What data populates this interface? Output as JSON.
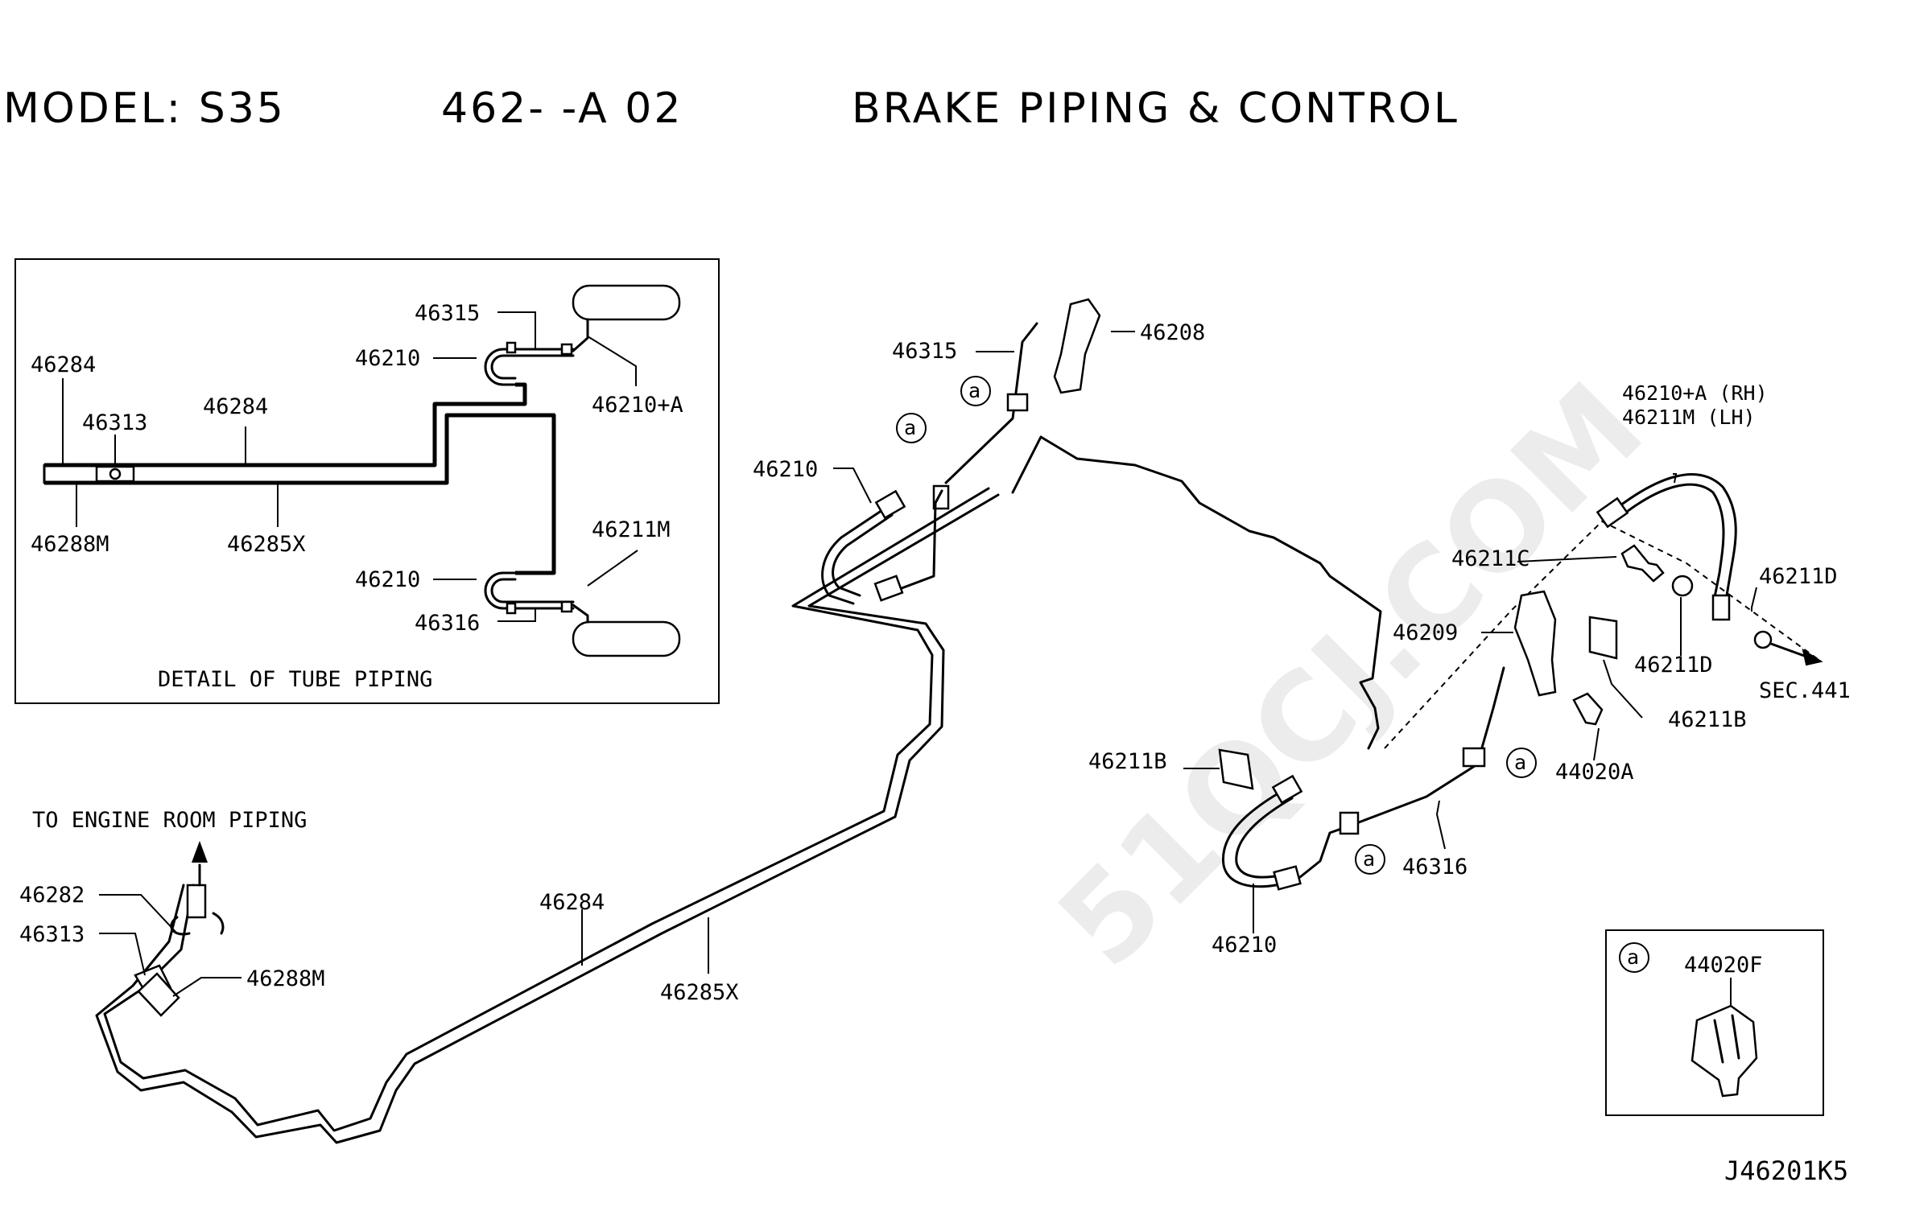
{
  "header": {
    "model": "MODEL: S35",
    "code": "462-   -A 02",
    "title": "BRAKE PIPING & CONTROL"
  },
  "detail": {
    "caption": "DETAIL OF TUBE PIPING",
    "labels": {
      "l46315": "46315",
      "l46210_top": "46210",
      "l46210a": "46210+A",
      "l46284_a": "46284",
      "l46313": "46313",
      "l46284_b": "46284",
      "l46288m": "46288M",
      "l46285x": "46285X",
      "l46211m": "46211M",
      "l46210_bot": "46210",
      "l46316": "46316"
    }
  },
  "main": {
    "labels": {
      "l46315": "46315",
      "l46208": "46208",
      "l46210_left": "46210",
      "l46210a_rh": "46210+A (RH)",
      "l46211m_lh": "46211M  (LH)",
      "l46211c": "46211C",
      "l46211d_a": "46211D",
      "l46209": "46209",
      "l46211d_b": "46211D",
      "sec441": "SEC.441",
      "l46211b_r": "46211B",
      "l44020a": "44020A",
      "l46211b_l": "46211B",
      "l46316": "46316",
      "l46210_bot": "46210",
      "engine_room": "TO ENGINE ROOM PIPING",
      "l46282": "46282",
      "l46313": "46313",
      "l46288m": "46288M",
      "l46284": "46284",
      "l46285x": "46285X"
    },
    "callout_symbol": "a"
  },
  "inset": {
    "symbol": "a",
    "part": "44020F"
  },
  "footer": {
    "drawing_id": "J46201K5"
  },
  "watermark": "51QCJ.COM"
}
